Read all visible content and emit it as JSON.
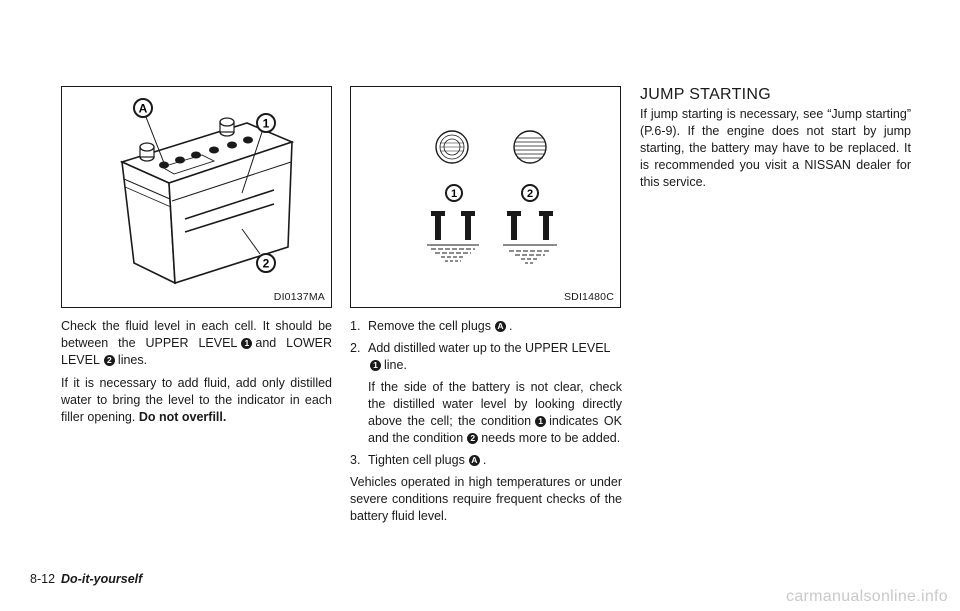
{
  "figures": {
    "battery": {
      "code": "DI0137MA"
    },
    "cell_plugs": {
      "code": "SDI1480C"
    }
  },
  "callouts": {
    "a": "A",
    "one": "1",
    "two": "2"
  },
  "col1": {
    "p1_a": "Check the fluid level in each cell. It should be between the UPPER LEVEL",
    "p1_b": "and LOWER LEVEL",
    "p1_c": "lines.",
    "p2_a": "If it is necessary to add fluid, add only distilled water to bring the level to the indicator in each filler opening.",
    "p2_bold": "Do not overfill."
  },
  "col2": {
    "step1_num": "1.",
    "step1_a": "Remove the cell plugs",
    "step1_b": ".",
    "step2_num": "2.",
    "step2_a": "Add distilled water up to the UPPER LEVEL",
    "step2_b": "line.",
    "step2_note_a": "If the side of the battery is not clear, check the distilled water level by looking directly above the cell; the condition",
    "step2_note_b": "indicates OK and the condition",
    "step2_note_c": "needs more to be added.",
    "step3_num": "3.",
    "step3_a": "Tighten cell plugs",
    "step3_b": ".",
    "para": "Vehicles operated in high temperatures or under severe conditions require frequent checks of the battery fluid level."
  },
  "col3": {
    "heading": "JUMP STARTING",
    "para": "If jump starting is necessary, see “Jump starting” (P.6-9). If the engine does not start by jump starting, the battery may have to be replaced. It is recommended you visit a NISSAN dealer for this service."
  },
  "footer": {
    "page": "8-12",
    "section": "Do-it-yourself"
  },
  "watermark": "carmanualsonline.info"
}
